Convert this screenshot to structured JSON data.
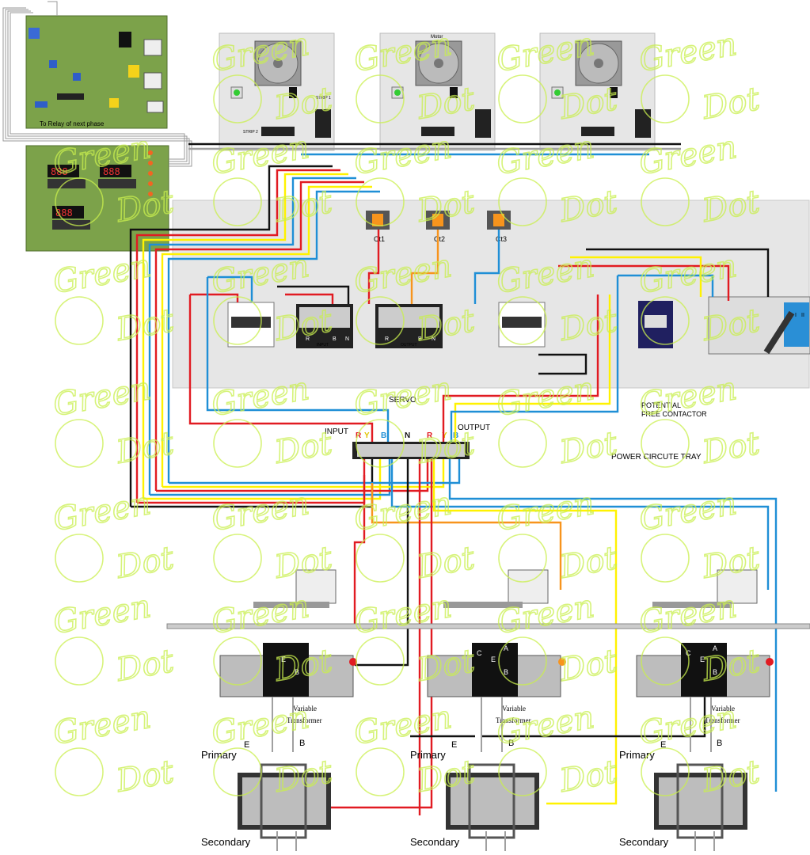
{
  "labels": {
    "pcb_caption": "To Relay of next phase",
    "motor": "Motor",
    "strip1": "STRIP 1",
    "strip2": "STRIP 2",
    "ct1": "Ct1",
    "ct2": "Ct2",
    "ct3": "Ct3",
    "servo": "SERVO",
    "input": "INPUT",
    "output": "OUTPUT",
    "potential_free_contactor": "POTENTIAL\nFREE CONTACTOR",
    "power_circuit_tray": "POWER CIRCUTE TRAY",
    "terminal_input": "INPUT",
    "terminal_output": "OUTPUT",
    "phase_letters": [
      "R",
      "Y",
      "B",
      "N",
      "R",
      "Y",
      "B"
    ],
    "terminal_letters": [
      "R",
      "B",
      "N"
    ],
    "variable_transformer": "Variable\nTransformer",
    "primary": "Primary",
    "secondary": "Secondary",
    "terminal_e": "E",
    "terminal_b": "B",
    "terminal_a": "A",
    "terminal_c": "C",
    "breaker_switch": [
      "I",
      "II"
    ]
  },
  "watermark": {
    "word1": "Green",
    "word2": "Dot",
    "color": "#c9ef4e"
  },
  "colors": {
    "red": "#e11b22",
    "yellow": "#fff200",
    "blue": "#1f8fd6",
    "black": "#111111",
    "grey": "#a0a0a0",
    "orange": "#f7941d",
    "pcb": "#7ca24a",
    "tray": "#e6e6e6"
  }
}
